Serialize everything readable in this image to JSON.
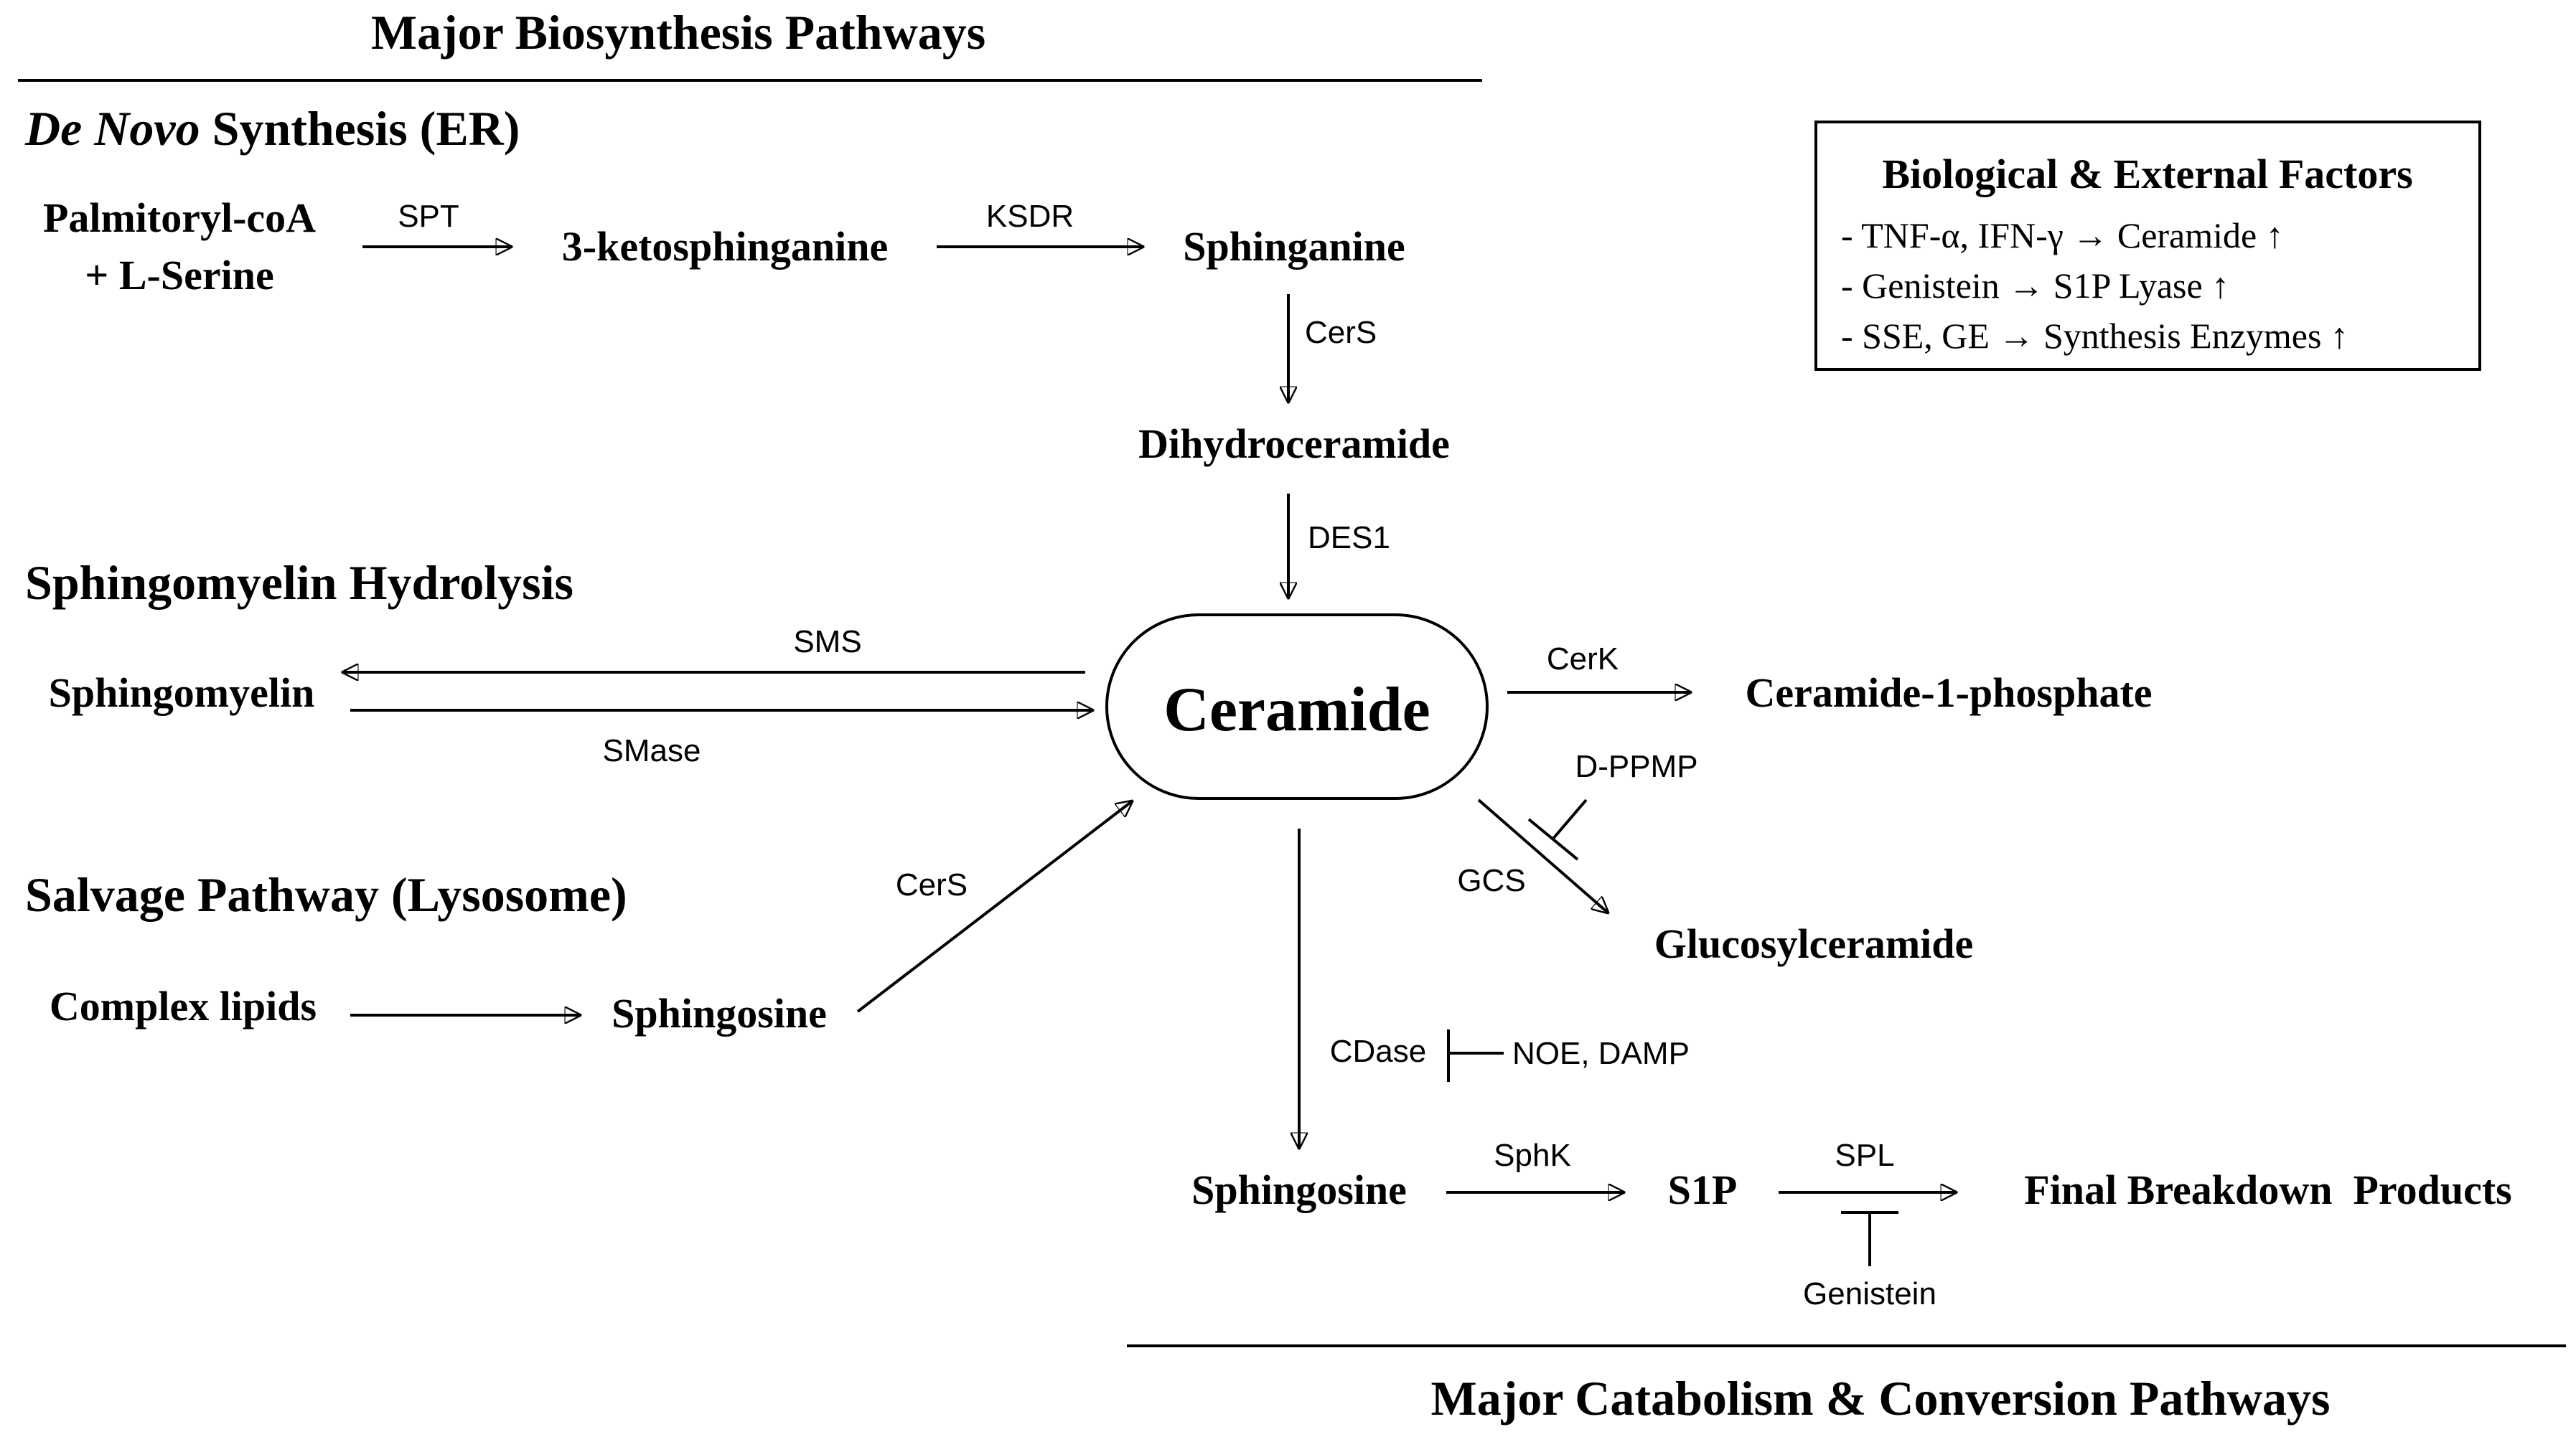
{
  "headers": {
    "biosynthesis": "Major Biosynthesis Pathways",
    "catabolism": "Major Catabolism & Conversion Pathways"
  },
  "sections": {
    "de_novo_italic": "De Novo",
    "de_novo_rest": " Synthesis (ER)",
    "sm_hydrolysis": "Sphingomyelin Hydrolysis",
    "salvage": "Salvage Pathway (Lysosome)"
  },
  "metabolites": {
    "palmitoyl_line1": "Palmitoryl-coA",
    "palmitoyl_line2": "+ L-Serine",
    "ketosphinganine": "3-ketosphinganine",
    "sphinganine": "Sphinganine",
    "dihydroceramide": "Dihydroceramide",
    "ceramide": "Ceramide",
    "sphingomyelin": "Sphingomyelin",
    "complex_lipids": "Complex lipids",
    "sphingosine_salvage": "Sphingosine",
    "ceramide_1_phosphate": "Ceramide-1-phosphate",
    "glucosylceramide": "Glucosylceramide",
    "sphingosine": "Sphingosine",
    "s1p": "S1P",
    "final_products": "Final Breakdown  Products"
  },
  "enzymes": {
    "spt": "SPT",
    "ksdr": "KSDR",
    "cers_top": "CerS",
    "des1": "DES1",
    "sms": "SMS",
    "smase": "SMase",
    "cers_salvage": "CerS",
    "cerk": "CerK",
    "gcs": "GCS",
    "cdase": "CDase",
    "sphk": "SphK",
    "spl": "SPL"
  },
  "inhibitors": {
    "d_ppmp": "D-PPMP",
    "noe_damp": "NOE, DAMP",
    "genistein": "Genistein"
  },
  "factors_box": {
    "title": "Biological & External Factors",
    "items": [
      "- TNF-α, IFN-γ → Ceramide ↑",
      "- Genistein → S1P Lyase ↑",
      "- SSE, GE → Synthesis Enzymes ↑"
    ]
  }
}
